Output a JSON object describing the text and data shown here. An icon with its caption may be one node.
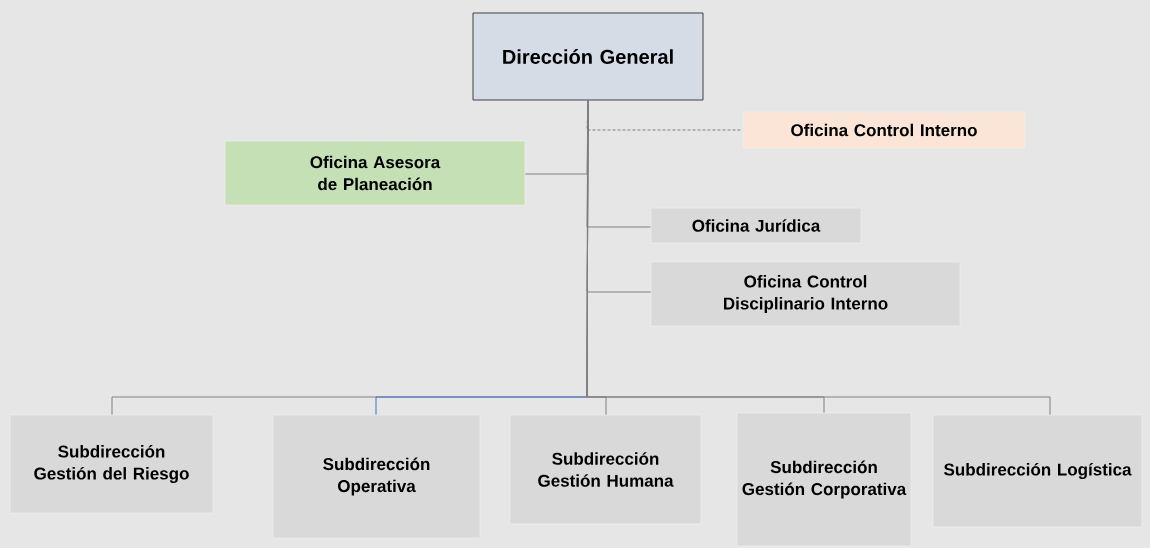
{
  "diagram": {
    "nodes": [
      {
        "text": [
          "Dirección General"
        ]
      },
      {
        "text": [
          "Oficina Control Interno"
        ]
      },
      {
        "text": [
          "Oficina Asesora de Planeación"
        ]
      },
      {
        "text": [
          "Oficina Jurídica"
        ]
      },
      {
        "text": [
          "Oficina Control Disciplinario Interno"
        ]
      },
      {
        "text": [
          "Subdirección Gestión del Riesgo"
        ]
      },
      {
        "text": [
          "Subdirección Operativa"
        ]
      },
      {
        "text": [
          "Subdirección Gestión Humana"
        ]
      },
      {
        "text": [
          "Subdirección Gestión Corporativa"
        ]
      },
      {
        "text": [
          "Subdirección Logística"
        ]
      }
    ],
    "edges": [
      {
        "from": 0,
        "to": 1,
        "arrow": "none",
        "style": "dashed"
      },
      {
        "from": 0,
        "to": 2,
        "arrow": "none"
      },
      {
        "from": 0,
        "to": 3,
        "arrow": "none"
      },
      {
        "from": 0,
        "to": 4,
        "arrow": "none"
      },
      {
        "from": 0,
        "to": 5,
        "arrow": "none"
      },
      {
        "from": 0,
        "to": 6,
        "arrow": "none",
        "color": "#4472c4"
      },
      {
        "from": 0,
        "to": 7,
        "arrow": "none"
      },
      {
        "from": 0,
        "to": 8,
        "arrow": "none"
      },
      {
        "from": 0,
        "to": 9,
        "arrow": "none"
      }
    ]
  }
}
